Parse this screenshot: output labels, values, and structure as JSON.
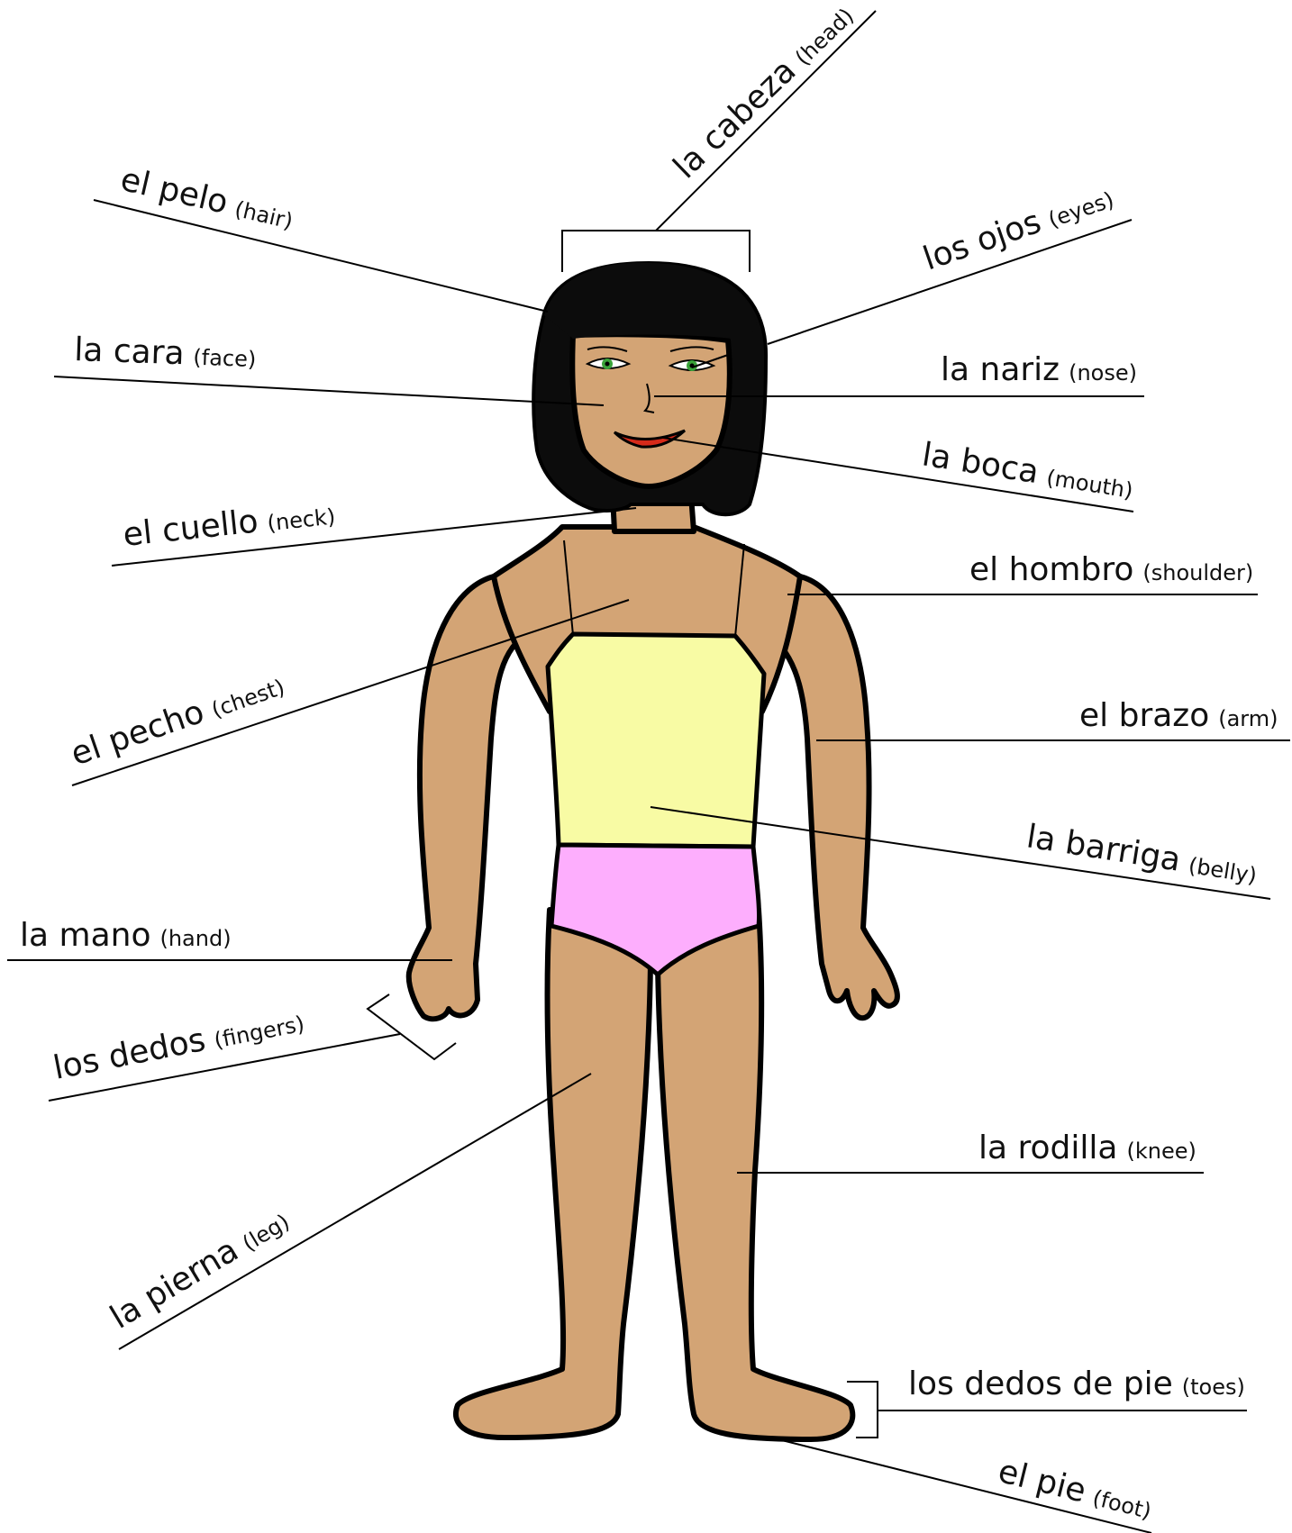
{
  "colors": {
    "background": "#ffffff",
    "skin": "#d3a475",
    "hair": "#0c0c0c",
    "top": "#f8fba4",
    "underwear": "#fdaefd",
    "eyes": "#3aa33a",
    "lips": "#d62a1a",
    "lines": "#000000"
  },
  "labels": {
    "head": {
      "es": "la cabeza",
      "en": "(head)"
    },
    "hair": {
      "es": "el pelo",
      "en": "(hair)"
    },
    "eyes": {
      "es": "los ojos",
      "en": "(eyes)"
    },
    "face": {
      "es": "la cara",
      "en": "(face)"
    },
    "nose": {
      "es": "la nariz",
      "en": "(nose)"
    },
    "mouth": {
      "es": "la boca",
      "en": "(mouth)"
    },
    "neck": {
      "es": "el cuello",
      "en": "(neck)"
    },
    "shoulder": {
      "es": "el hombro",
      "en": "(shoulder)"
    },
    "chest": {
      "es": "el pecho",
      "en": "(chest)"
    },
    "arm": {
      "es": "el brazo",
      "en": "(arm)"
    },
    "belly": {
      "es": "la barriga",
      "en": "(belly)"
    },
    "hand": {
      "es": "la mano",
      "en": "(hand)"
    },
    "fingers": {
      "es": "los dedos",
      "en": "(fingers)"
    },
    "knee": {
      "es": "la rodilla",
      "en": "(knee)"
    },
    "leg": {
      "es": "la pierna",
      "en": "(leg)"
    },
    "toes": {
      "es": "los dedos de pie",
      "en": "(toes)"
    },
    "foot": {
      "es": "el pie",
      "en": "(foot)"
    }
  }
}
